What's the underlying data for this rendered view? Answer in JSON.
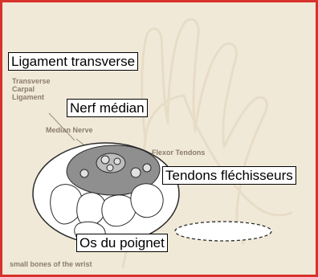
{
  "colors": {
    "border": "#d8322c",
    "background": "#f1e9d8",
    "hand_line": "#e7dcc6",
    "original_label": "#8a7d6a"
  },
  "original_labels": {
    "transverse_carpal_ligament": [
      "Transverse",
      "Carpal",
      "Ligament"
    ],
    "median_nerve": "Median Nerve",
    "flexor_tendons": "Flexor Tendons",
    "wrist_bones": "small bones of the wrist"
  },
  "translations": {
    "ligament": "Ligament transverse",
    "nerve": "Nerf médian",
    "tendons": "Tendons fléchisseurs",
    "bones": "Os du poignet"
  }
}
